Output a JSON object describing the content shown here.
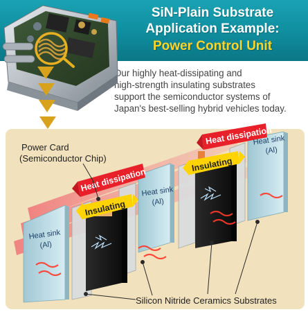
{
  "header": {
    "title_line1": "SiN-Plain Substrate",
    "title_line2": "Application Example:",
    "title_line3": "Power Control Unit"
  },
  "description": {
    "lines": [
      "Our highly heat-dissipating and",
      "high-strength insulating substrates",
      "support the semiconductor systems of",
      "Japan's best-selling hybrid vehicles today."
    ]
  },
  "callouts": {
    "power_card_line1": "Power Card",
    "power_card_line2": "(Semiconductor Chip)",
    "substrates": "Silicon Nitride Ceramics Substrates"
  },
  "labels": {
    "heat_dissipation": "Heat dissipation",
    "insulating": "Insulating",
    "heat_sink": "Heat sink",
    "al": "(Al)"
  },
  "colors": {
    "header_teal": "#0f8d9e",
    "title_highlight": "#ffd42a",
    "panel_beige": "#f1e1bd",
    "heat_red": "#e8202a",
    "insulating_yellow": "#ffd400",
    "arrow_gold": "#d9a21c"
  }
}
